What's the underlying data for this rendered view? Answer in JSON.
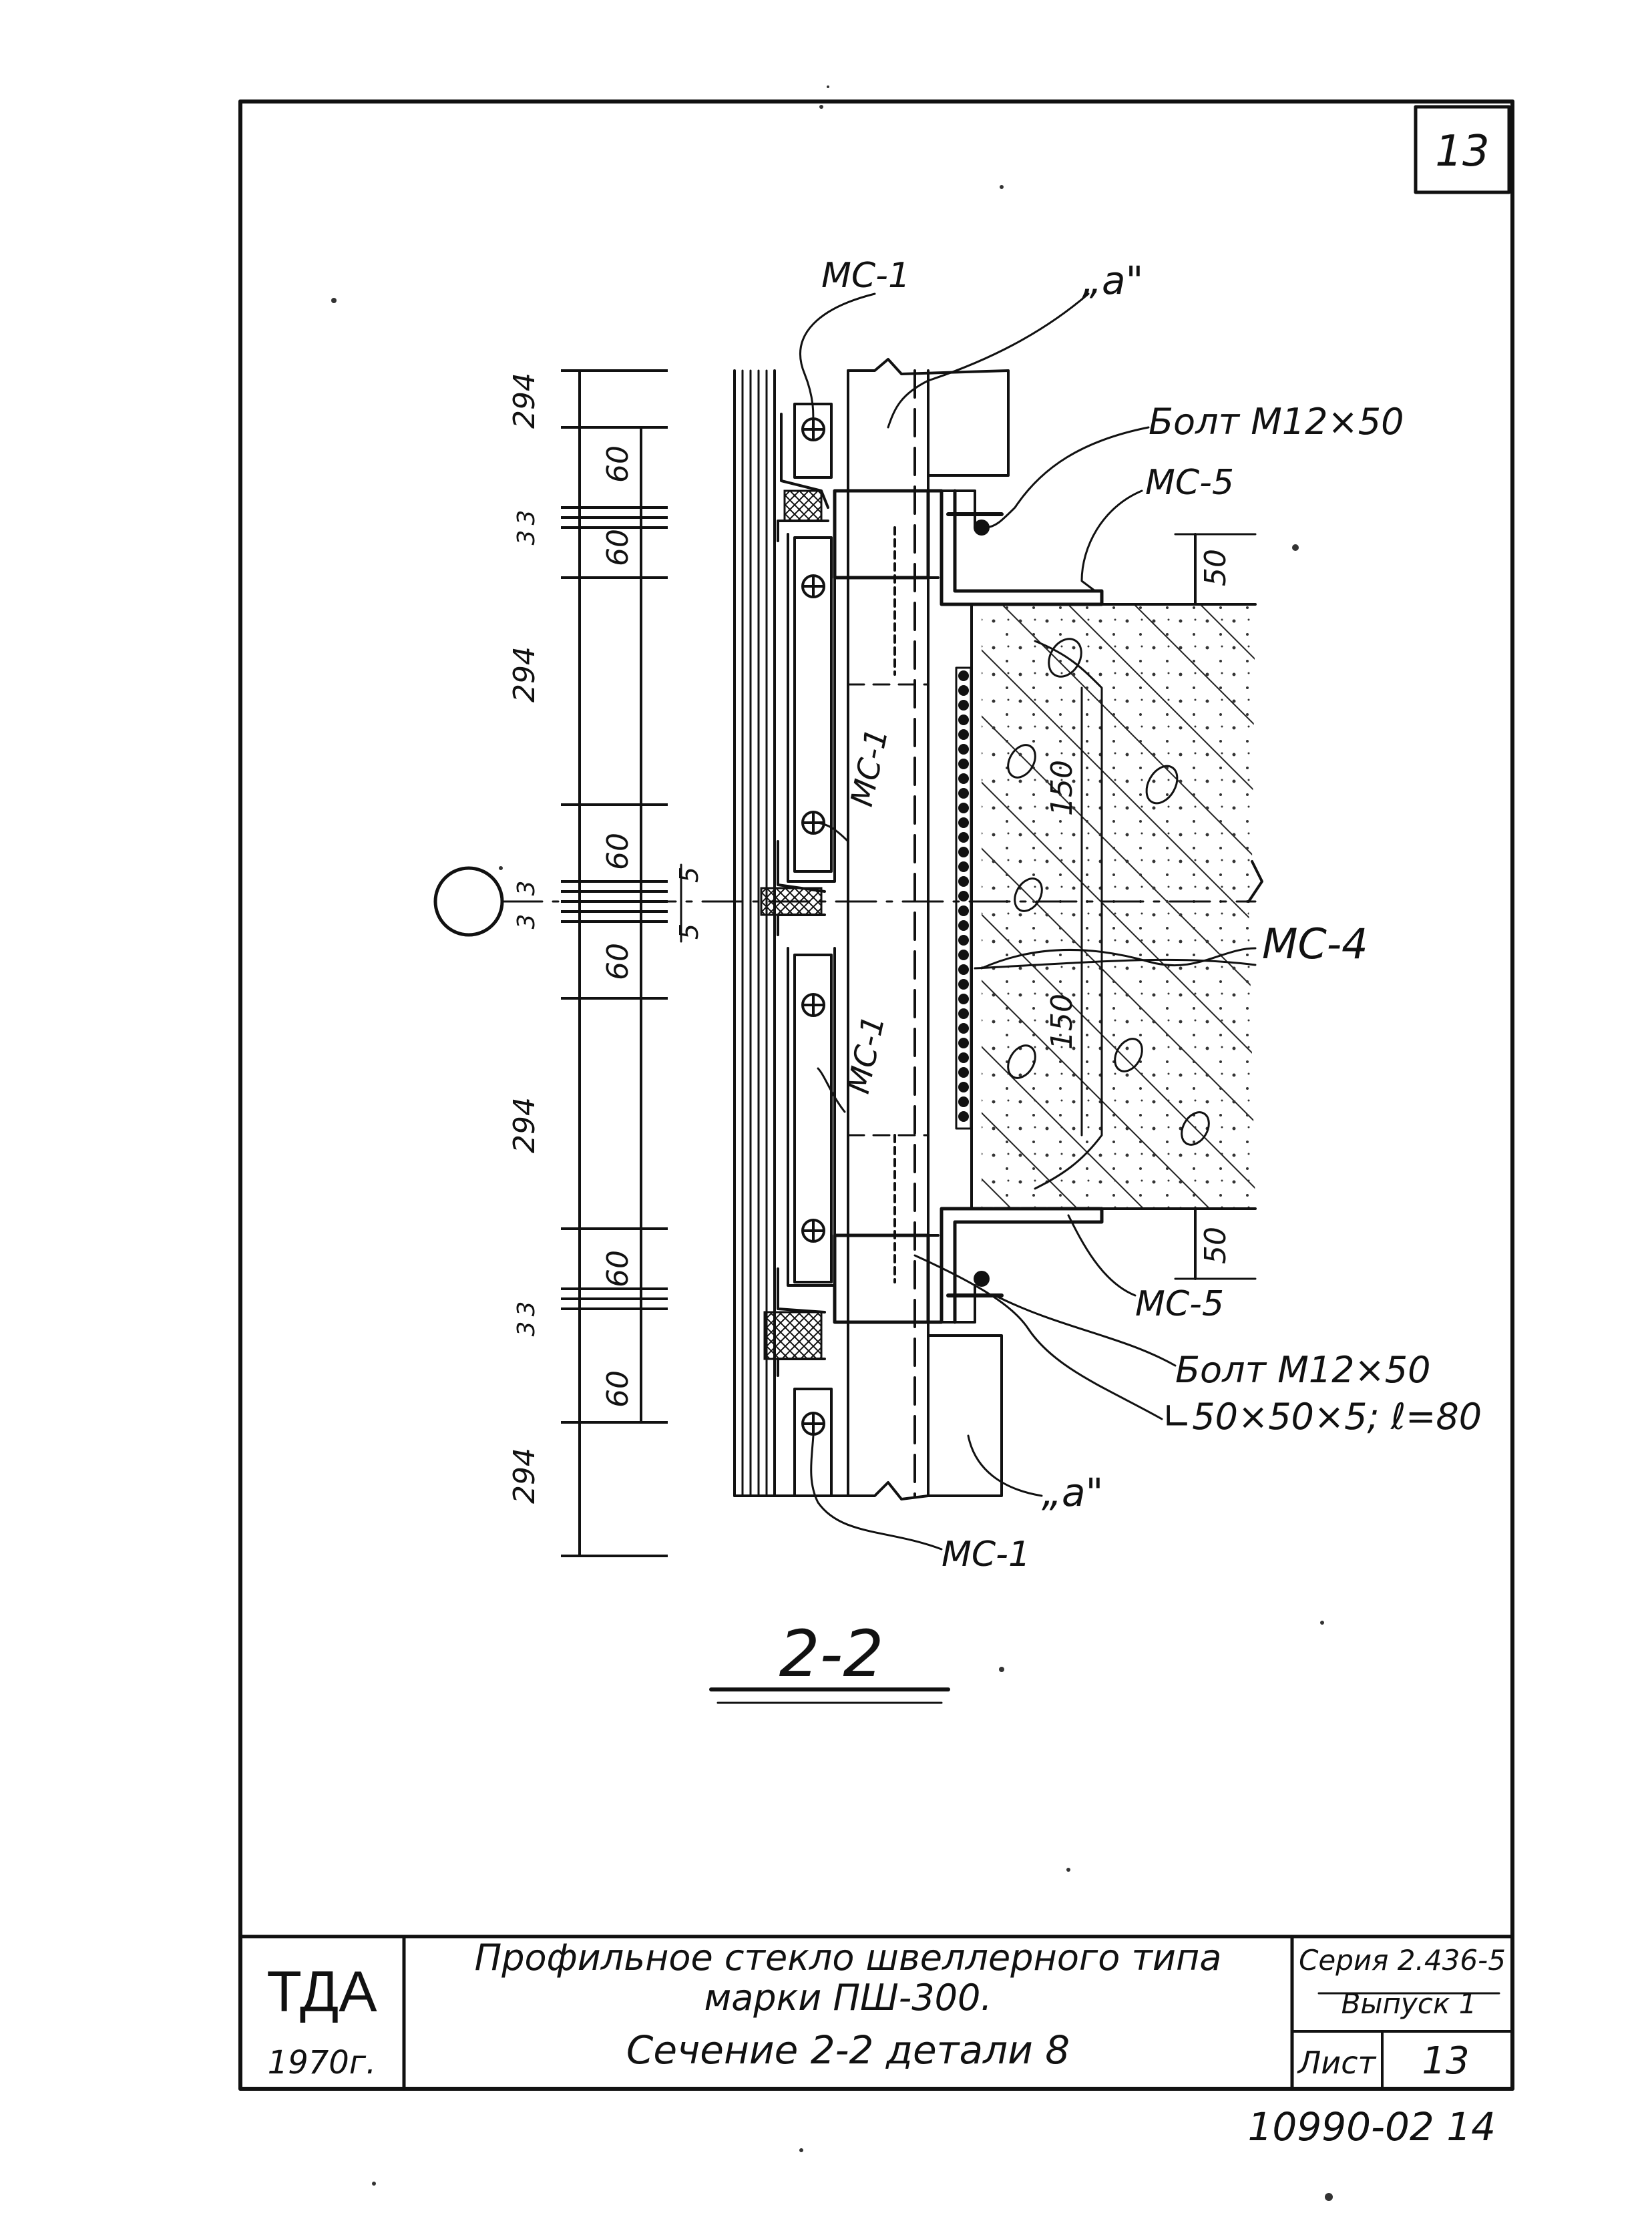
{
  "sheet": {
    "corner_sheet_number": "13",
    "bottom_archive_code": "10990-02 14"
  },
  "section": {
    "title": "2-2"
  },
  "labels": {
    "ms1_top": "МС-1",
    "a_top": "„а\"",
    "bolt_top": "Болт М12×50",
    "ms5_top": "МС-5",
    "ms1_upper_mid": "МС-1",
    "ms1_lower_mid": "МС-1",
    "ms4": "МС-4",
    "ms5_bottom": "МС-5",
    "bolt_bottom": "Болт М12×50",
    "angle": "∟50×50×5; ℓ=80",
    "a_bottom": "„а\"",
    "ms1_bottom": "МС-1"
  },
  "dimensions": {
    "left_chain": [
      "294",
      "60",
      "3",
      "3",
      "60",
      "294",
      "60",
      "3",
      "3",
      "60",
      "294",
      "60",
      "3",
      "3",
      "60",
      "294"
    ],
    "inner_5_top": "5",
    "inner_5_bottom": "5",
    "right_top_50": "50",
    "right_bottom_50": "50",
    "concrete_150_top": "150",
    "concrete_150_bottom": "150"
  },
  "title_block": {
    "org": "ТДА",
    "year": "1970г.",
    "title_line1": "Профильное стекло швеллерного типа",
    "title_line2": "марки ПШ-300.",
    "title_line3": "Сечение 2-2 детали 8",
    "series": "Серия 2.436-5",
    "issue": "Выпуск 1",
    "sheet_label": "Лист",
    "sheet_number": "13"
  }
}
